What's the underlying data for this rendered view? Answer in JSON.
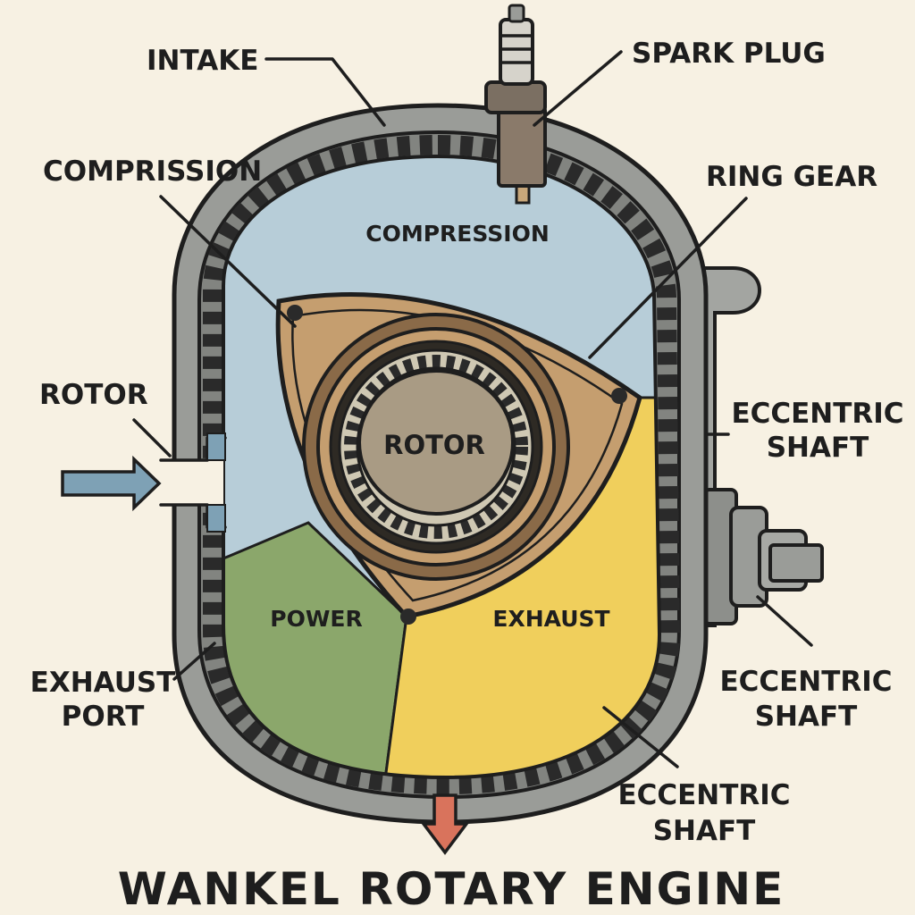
{
  "title": "WANKEL ROTARY ENGINE",
  "labels": {
    "intake": "INTAKE",
    "spark_plug": "SPARK PLUG",
    "compression": "COMPRISSION",
    "ring_gear": "RING GEAR",
    "rotor": "ROTOR",
    "eccentric_shaft_1": [
      "ECCENTRIC",
      "SHAFT"
    ],
    "eccentric_shaft_2": [
      "ECCENTRIC",
      "SHAFT"
    ],
    "eccentric_shaft_3": [
      "ECCENTRIC",
      "SHAFT"
    ],
    "exhaust_port": [
      "EXHAUST",
      "PORT"
    ]
  },
  "zones": {
    "compression": "COMPRESSION",
    "power": "POWER",
    "exhaust": "EXHAUST",
    "rotor_center": "ROTOR"
  },
  "colors": {
    "background": "#f7f1e3",
    "housing": "#9a9c98",
    "housing_inner": "#7d7f7b",
    "teeth": "#2a2a2a",
    "compression_zone": "#b7cdd8",
    "power_zone": "#8ba76b",
    "exhaust_zone": "#f0cf5c",
    "rotor": "#c59e6f",
    "rotor_gear": "#cfc8b3",
    "rotor_center": "#a99b84",
    "intake_arrow": "#7ea1b5",
    "exhaust_arrow": "#d9735c"
  },
  "icons": {
    "intake_arrow": "arrow-right-icon",
    "exhaust_arrow": "arrow-down-icon",
    "spark_plug": "spark-plug-icon"
  }
}
